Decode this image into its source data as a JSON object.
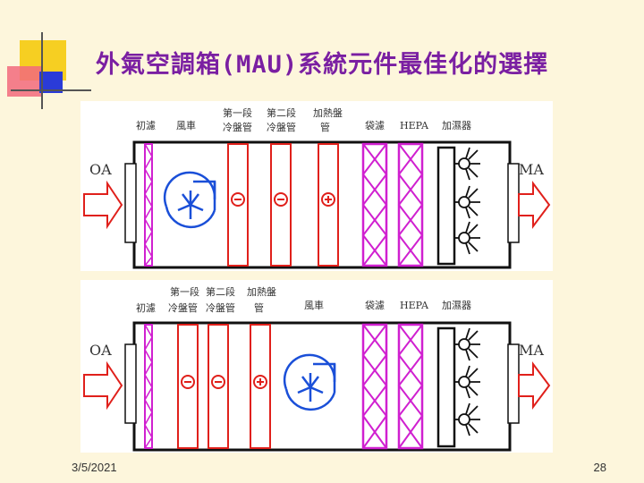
{
  "slide": {
    "title": "外氣空調箱(MAU)系統元件最佳化的選擇",
    "date": "3/5/2021",
    "page_number": "28"
  },
  "colors": {
    "background": "#fdf6dc",
    "title": "#7a1fa2",
    "coil": "#e0201b",
    "filter": "#d020d0",
    "fan": "#1a4fd8",
    "arrow": "#e0201b",
    "deco_yellow": "#f6cf22",
    "deco_red": "#e8203a",
    "deco_blue": "#2a3bd8"
  },
  "diagram_top": {
    "labels": {
      "prefilter": "初濾",
      "fan": "風車",
      "coil1": [
        "第一段",
        "冷盤管"
      ],
      "coil2": [
        "第二段",
        "冷盤管"
      ],
      "heater": [
        "加熱盤",
        "管"
      ],
      "bag_filter": "袋濾",
      "hepa": "HEPA",
      "humidifier": "加濕器",
      "inlet": "OA",
      "outlet": "MA"
    },
    "coil1_sign": "−",
    "coil2_sign": "−",
    "heater_sign": "+"
  },
  "diagram_bottom": {
    "labels": {
      "prefilter": "初濾",
      "coil1": [
        "第一段",
        "冷盤管"
      ],
      "coil2": [
        "第二段",
        "冷盤管"
      ],
      "heater": [
        "加熱盤",
        "管"
      ],
      "fan": "風車",
      "bag_filter": "袋濾",
      "hepa": "HEPA",
      "humidifier": "加濕器",
      "inlet": "OA",
      "outlet": "MA"
    },
    "coil1_sign": "−",
    "coil2_sign": "−",
    "heater_sign": "+"
  }
}
